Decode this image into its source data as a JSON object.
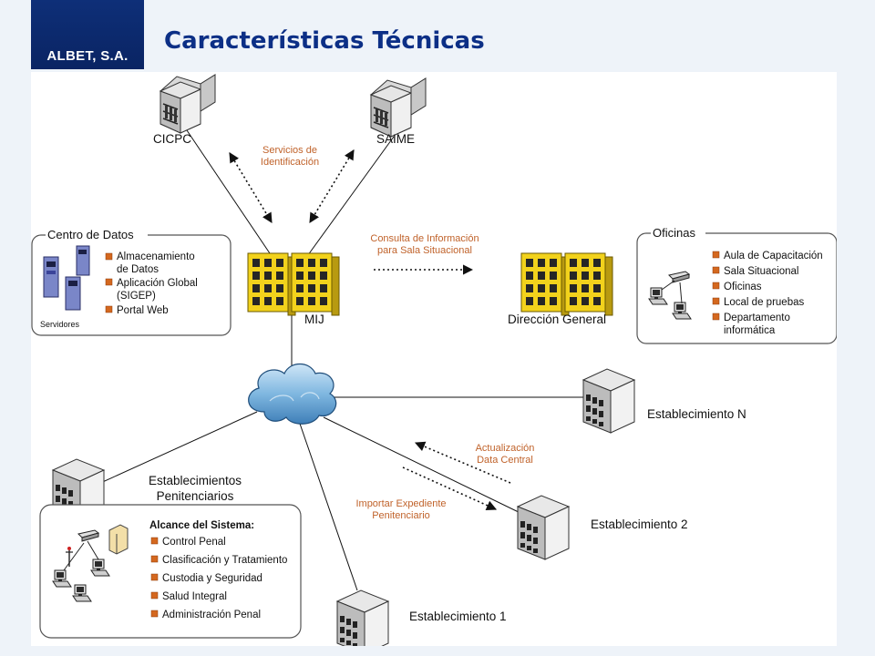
{
  "header": {
    "brand": "ALBET, S.A.",
    "title": "Características Técnicas"
  },
  "colors": {
    "brand_navy": "#0a2463",
    "title_blue": "#0c2f86",
    "note_orange": "#c0622a",
    "bullet_orange": "#d4681f",
    "building_yellow": "#f2d21c"
  },
  "nodes": {
    "cicpc": "CICPC",
    "saime": "SAIME",
    "mij": "MIJ",
    "direccion": "Dirección General",
    "est_n": "Establecimiento N",
    "est_2": "Establecimiento 2",
    "est_1": "Establecimiento 1",
    "est_pen_1": "Establecimientos",
    "est_pen_2": "Penitenciarios"
  },
  "annotations": {
    "servicios_1": "Servicios de",
    "servicios_2": "Identificación",
    "consulta_1": "Consulta de Información",
    "consulta_2": "para Sala Situacional",
    "actualizacion_1": "Actualización",
    "actualizacion_2": "Data Central",
    "importar_1": "Importar Expediente",
    "importar_2": "Penitenciario"
  },
  "centro_datos": {
    "title": "Centro de Datos",
    "servers_label": "Servidores",
    "items": [
      "Almacenamiento",
      "de Datos",
      "Aplicación Global",
      "(SIGEP)",
      "Portal Web"
    ]
  },
  "oficinas": {
    "title": "Oficinas",
    "items": [
      "Aula de Capacitación",
      "Sala Situacional",
      "Oficinas",
      "Local de pruebas",
      "Departamento",
      "informática"
    ]
  },
  "alcance": {
    "title": "Alcance del Sistema:",
    "items": [
      "Control Penal",
      "Clasificación y Tratamiento",
      "Custodia y Seguridad",
      "Salud Integral",
      "Administración Penal"
    ]
  }
}
